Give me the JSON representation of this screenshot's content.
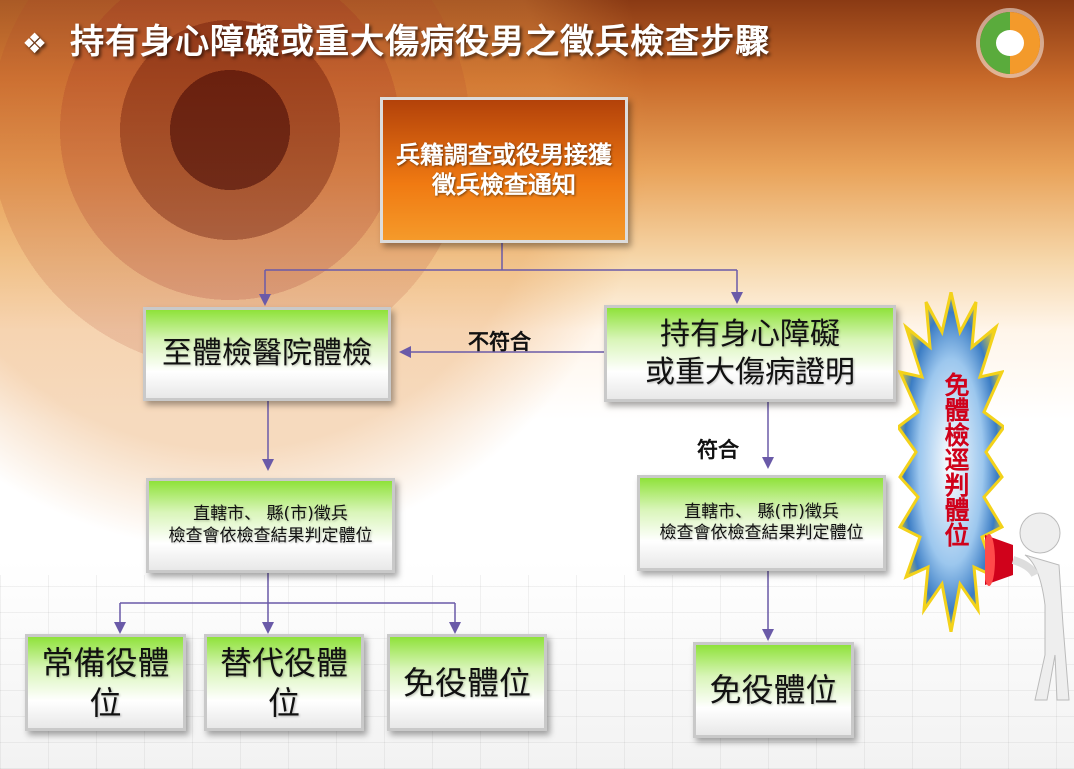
{
  "title": {
    "bullet": "❖",
    "text": "持有身心障礙或重大傷病役男之徵兵檢查步驟"
  },
  "boxes": {
    "start": [
      "兵籍調查或役男接獲",
      "徵兵檢查通知"
    ],
    "hospital": "至體檢醫院體檢",
    "certificate": [
      "持有身心障礙",
      "或重大傷病證明"
    ],
    "council_left": [
      "直轄市、 縣(市)徵兵",
      "檢查會依檢查結果判定體位"
    ],
    "council_right": [
      "直轄市、 縣(市)徵兵",
      "檢查會依檢查結果判定體位"
    ],
    "result_regular": "常備役體位",
    "result_substitute": "替代役體位",
    "result_exempt_left": "免役體位",
    "result_exempt_right": "免役體位"
  },
  "labels": {
    "not_match": "不符合",
    "match": "符合"
  },
  "callout": "免體檢逕判體位",
  "colors": {
    "orange": "#f07a12",
    "green": "#8fe23a",
    "arrow": "#6a5aa8",
    "callout_text": "#d0021b"
  }
}
